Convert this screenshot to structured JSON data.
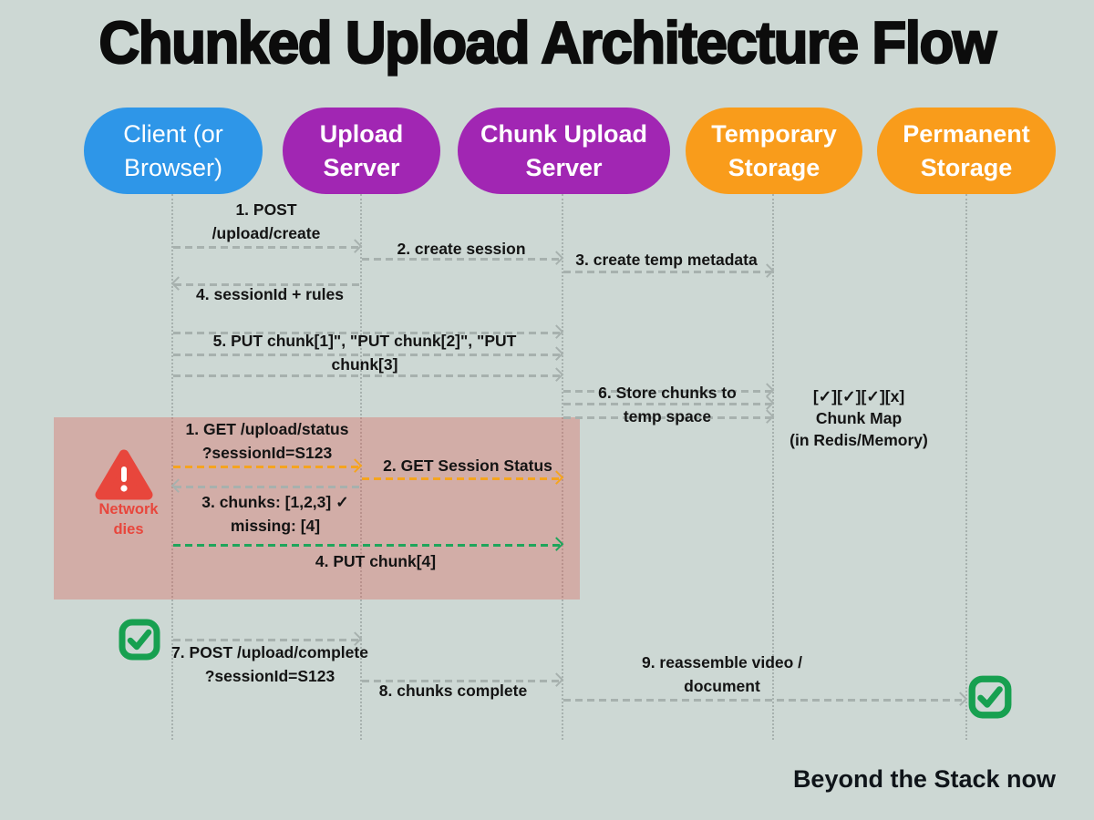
{
  "title": "Chunked Upload Architecture Flow",
  "actors": [
    {
      "id": "client",
      "label": "Client (or\nBrowser)",
      "color": "#2e96e8"
    },
    {
      "id": "upload-server",
      "label": "Upload\nServer",
      "color": "#a126b3"
    },
    {
      "id": "chunk-upload-server",
      "label": "Chunk Upload\nServer",
      "color": "#a126b3"
    },
    {
      "id": "temporary-storage",
      "label": "Temporary\nStorage",
      "color": "#f99c1b"
    },
    {
      "id": "permanent-storage",
      "label": "Permanent\nStorage",
      "color": "#f99c1b"
    }
  ],
  "flow": {
    "m1": "1. POST\n/upload/create",
    "m2": "2. create session",
    "m3": "3. create temp metadata",
    "m4": "4. sessionId + rules",
    "m5": "5. PUT chunk[1]\", \"PUT chunk[2]\", \"PUT\nchunk[3]",
    "m6": "6. Store chunks to\ntemp space",
    "m7": "7.  POST /upload/complete\n?sessionId=S123",
    "m8": "8. chunks complete",
    "m9": "9. reassemble video /\ndocument"
  },
  "chunk_map_note": "[✓][✓][✓][x]\nChunk Map\n(in Redis/Memory)",
  "failure": {
    "warning_label": "Network\ndies",
    "f1": "1. GET /upload/status\n?sessionId=S123",
    "f2": "2. GET Session Status",
    "f3": "3.  chunks: [1,2,3] ✓\nmissing: [4]",
    "f4": "4. PUT chunk[4]"
  },
  "footer": "Beyond the Stack now",
  "colors": {
    "background": "#cdd8d4",
    "client_blue": "#2e96e8",
    "server_purple": "#a126b3",
    "storage_orange": "#f99c1b",
    "arrow_gray": "#a7b1ae",
    "retry_arrow_orange": "#f5a41f",
    "retry_arrow_green": "#1ea55b",
    "alert_red": "#e8463c",
    "success_green": "#17a050",
    "failure_highlight": "rgba(221,86,75,0.33)"
  }
}
